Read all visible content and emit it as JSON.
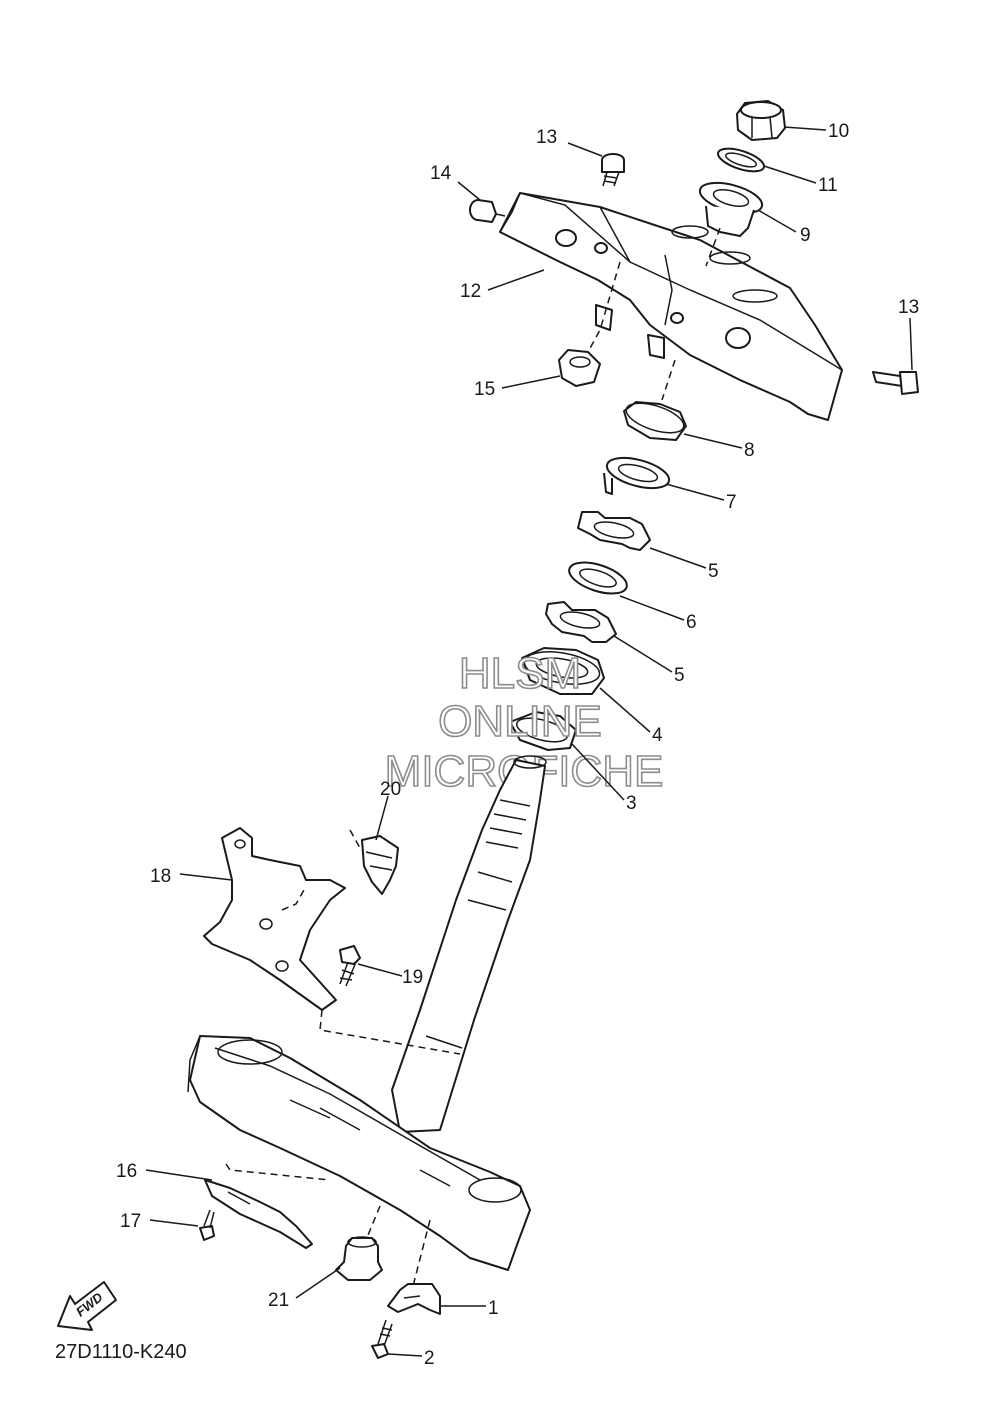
{
  "diagram": {
    "code": "27D1110-K240",
    "fwd_label": "FWD",
    "watermark": [
      "HLSM",
      "ONLINE",
      "MICROFICHE"
    ],
    "callouts": [
      "1",
      "2",
      "3",
      "4",
      "5",
      "5",
      "6",
      "7",
      "8",
      "9",
      "10",
      "11",
      "12",
      "13",
      "13",
      "14",
      "15",
      "16",
      "17",
      "18",
      "19",
      "20",
      "21"
    ]
  }
}
